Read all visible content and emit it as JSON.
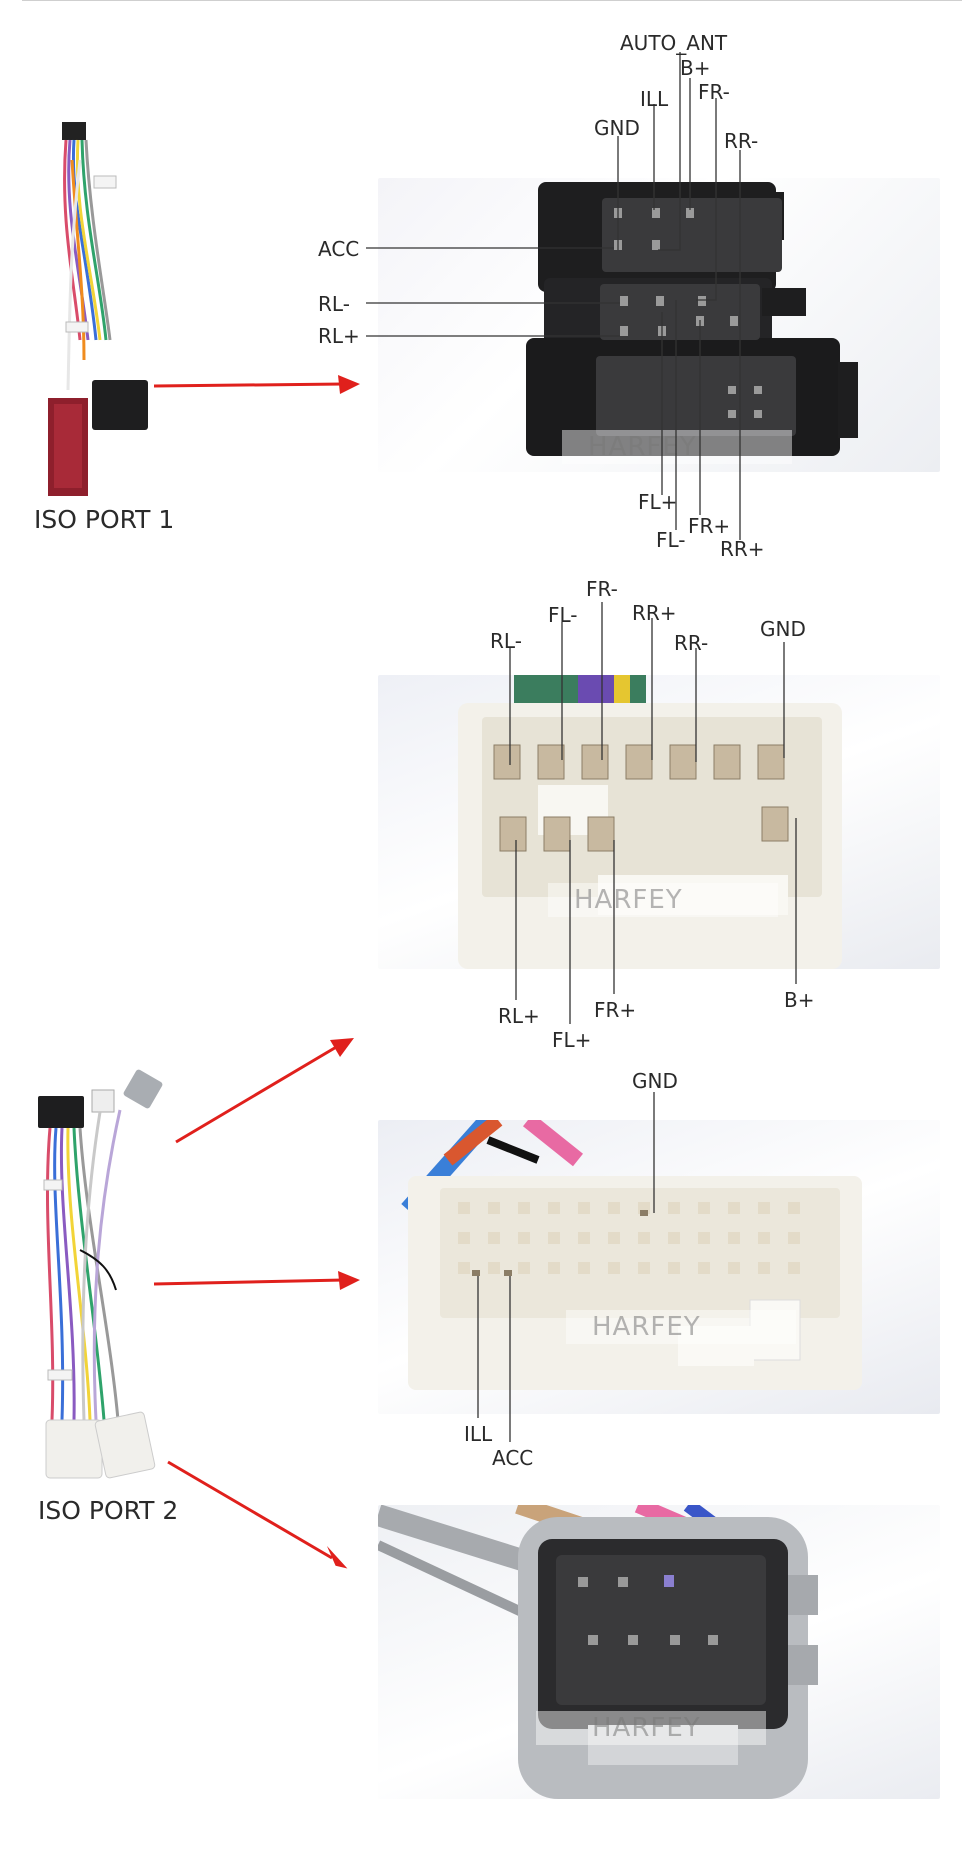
{
  "watermark": "HARFEY",
  "ports": [
    {
      "label": "ISO PORT 1"
    },
    {
      "label": "ISO PORT 2"
    }
  ],
  "connectors": [
    {
      "pins": [
        "AUTO_ANT",
        "B+",
        "ILL",
        "FR-",
        "GND",
        "RR-",
        "ACC",
        "RL-",
        "RL+",
        "FL+",
        "FR+",
        "FL-",
        "RR+"
      ]
    },
    {
      "pins": [
        "FR-",
        "FL-",
        "RR+",
        "RL-",
        "RR-",
        "GND",
        "RL+",
        "FR+",
        "B+",
        "FL+"
      ]
    },
    {
      "pins": [
        "GND",
        "ILL",
        "ACC"
      ]
    },
    {
      "pins": []
    }
  ],
  "colors": {
    "arrow": "#e0201c",
    "leader": "#333333",
    "black_connector": "#1e1e1f",
    "white_connector": "#f3f1ea",
    "grey_connector": "#b9bcc0"
  }
}
